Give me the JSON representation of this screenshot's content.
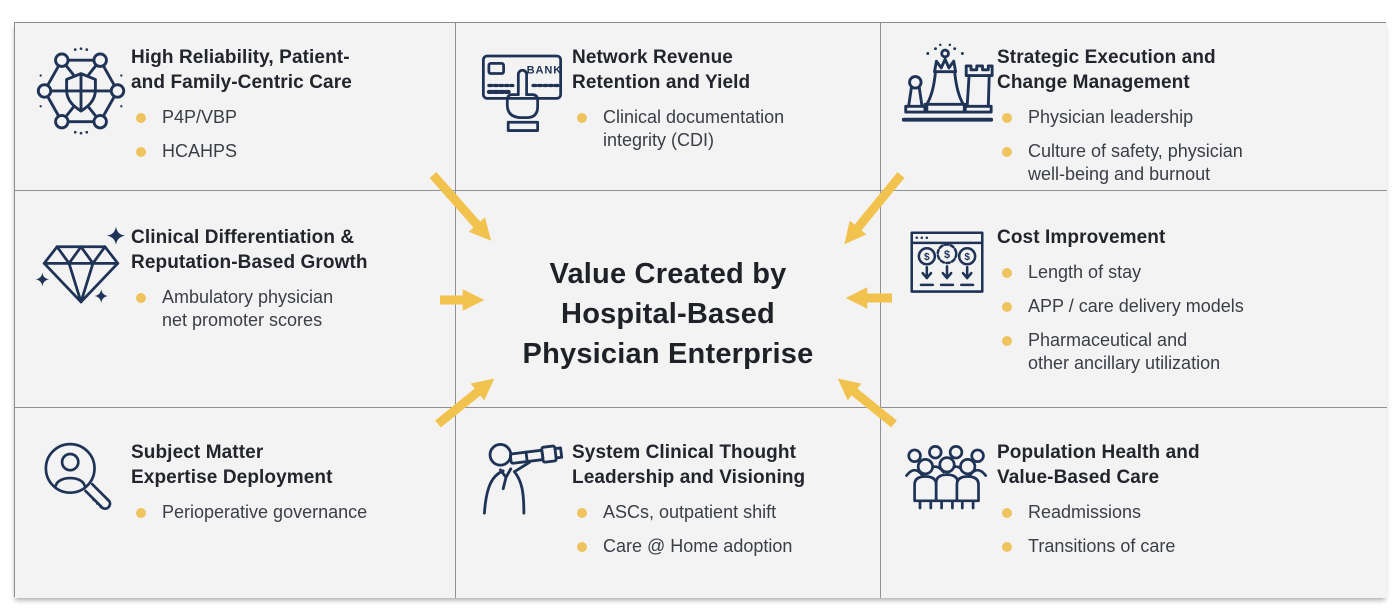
{
  "colors": {
    "accent_gold": "#F2C24F",
    "icon_navy": "#1F3356",
    "title_text": "#22252B",
    "body_text": "#3A3E45",
    "cell_background": "#F3F3F4",
    "grid_line": "#8E9094"
  },
  "center": {
    "title": "Value Created by\nHospital-Based\nPhysician Enterprise"
  },
  "icons": [
    "network-shield-icon",
    "bank-card-icon",
    "chess-strategy-icon",
    "diamond-icon",
    "cost-dollars-icon",
    "magnifier-person-icon",
    "telescope-person-icon",
    "people-group-icon"
  ],
  "cells": [
    {
      "id": "high-reliability",
      "icon": "network-shield-icon",
      "title": "High Reliability, Patient-\nand Family-Centric Care",
      "bullets": [
        "P4P/VBP",
        "HCAHPS"
      ]
    },
    {
      "id": "network-revenue",
      "icon": "bank-card-icon",
      "title": "Network Revenue\nRetention and Yield",
      "bullets": [
        "Clinical documentation\nintegrity (CDI)"
      ]
    },
    {
      "id": "strategic-execution",
      "icon": "chess-strategy-icon",
      "title": "Strategic Execution and\nChange Management",
      "bullets": [
        "Physician leadership",
        "Culture of safety, physician\nwell-being and burnout"
      ]
    },
    {
      "id": "clinical-differentiation",
      "icon": "diamond-icon",
      "title": "Clinical Differentiation &\nReputation-Based Growth",
      "bullets": [
        "Ambulatory physician\nnet promoter scores"
      ]
    },
    {
      "id": "cost-improvement",
      "icon": "cost-dollars-icon",
      "title": "Cost Improvement",
      "bullets": [
        "Length of stay",
        "APP / care delivery models",
        "Pharmaceutical and\nother ancillary utilization"
      ]
    },
    {
      "id": "subject-matter-expertise",
      "icon": "magnifier-person-icon",
      "title": "Subject Matter\nExpertise Deployment",
      "bullets": [
        "Perioperative governance"
      ]
    },
    {
      "id": "system-clinical-thought",
      "icon": "telescope-person-icon",
      "title": "System Clinical Thought\nLeadership and Visioning",
      "bullets": [
        "ASCs, outpatient shift",
        "Care @ Home adoption"
      ]
    },
    {
      "id": "population-health",
      "icon": "people-group-icon",
      "title": "Population Health and\nValue-Based Care",
      "bullets": [
        "Readmissions",
        "Transitions of care"
      ]
    }
  ]
}
